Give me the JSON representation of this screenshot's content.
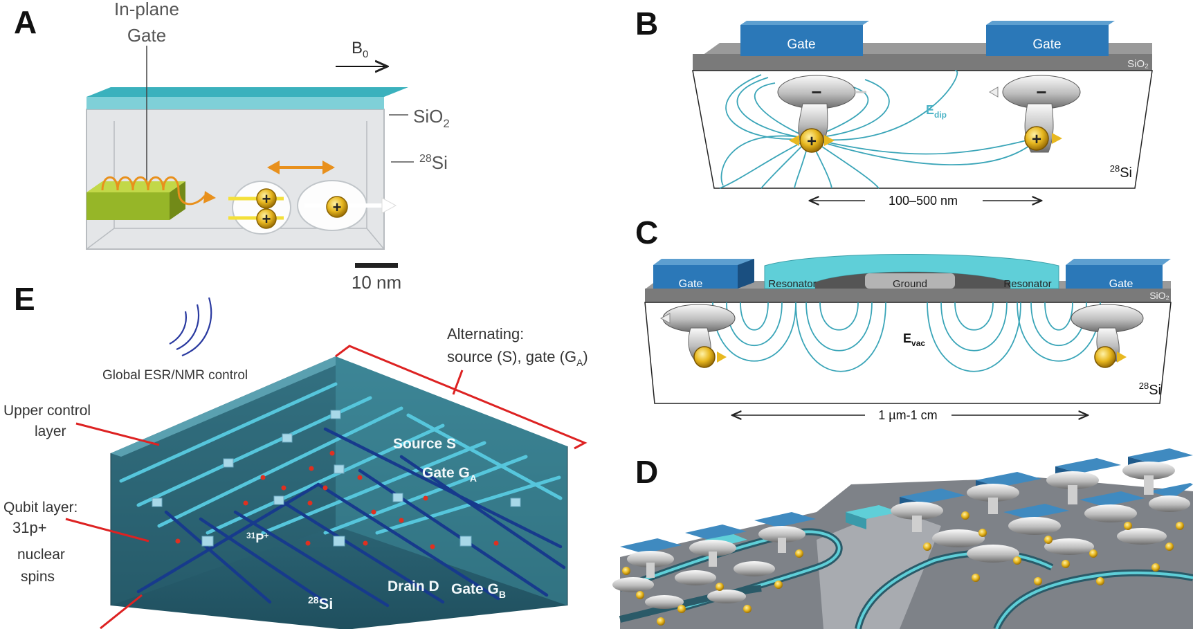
{
  "panels": {
    "A": {
      "letter": "A",
      "in_plane": "In-plane",
      "gate": "Gate",
      "b0_main": "B",
      "b0_sub": "0",
      "sio2_main": "SiO",
      "sio2_sub": "2",
      "si_sup": "28",
      "si_main": "Si",
      "scale_label": "10 nm",
      "plus": "+"
    },
    "B": {
      "letter": "B",
      "gate_left": "Gate",
      "gate_right": "Gate",
      "sio2": "SiO₂",
      "edip_main": "E",
      "edip_sub": "dip",
      "si_sup": "28",
      "si_main": "Si",
      "distance": "100–500 nm",
      "minus": "−",
      "plus": "+"
    },
    "C": {
      "letter": "C",
      "gate_left": "Gate",
      "resonator_left": "Resonator",
      "ground": "Ground",
      "resonator_right": "Resonator",
      "gate_right": "Gate",
      "sio2": "SiO₂",
      "evac_main": "E",
      "evac_sub": "vac",
      "si_sup": "28",
      "si_main": "Si",
      "distance": "1 µm-1 cm"
    },
    "D": {
      "letter": "D"
    },
    "E": {
      "letter": "E",
      "global_control": "Global ESR/NMR control",
      "alternating_1": "Alternating:",
      "alternating_2": "source (S), gate (G",
      "alternating_sub": "A",
      "alternating_end": ")",
      "upper_1": "Upper control",
      "upper_2": "layer",
      "qubit_1": "Qubit layer:",
      "qubit_2": "31p+",
      "qubit_3": "nuclear",
      "qubit_4": "spins",
      "source": "Source S",
      "gate_a_main": "Gate G",
      "gate_a_sub": "A",
      "p31_sup": "31",
      "p31_main": "P",
      "p31_charge": "+",
      "si_sup": "28",
      "si_main": "Si",
      "drain": "Drain D",
      "gate_b_main": "Gate G",
      "gate_b_sub": "B"
    }
  },
  "colors": {
    "field_line": "#3aa5b8",
    "gate_blue": "#2b78b8",
    "resonator_cyan": "#5fcfd8",
    "sio2_gray": "#7d7d7d",
    "gold": "#e8b820",
    "arrow_orange": "#e8901c",
    "gate_green": "#9bbd2c",
    "e_block": "#2f6e80",
    "red_line": "#dd2222",
    "dark_wire": "#173a8c",
    "cyan_wire": "#56c6dc"
  }
}
